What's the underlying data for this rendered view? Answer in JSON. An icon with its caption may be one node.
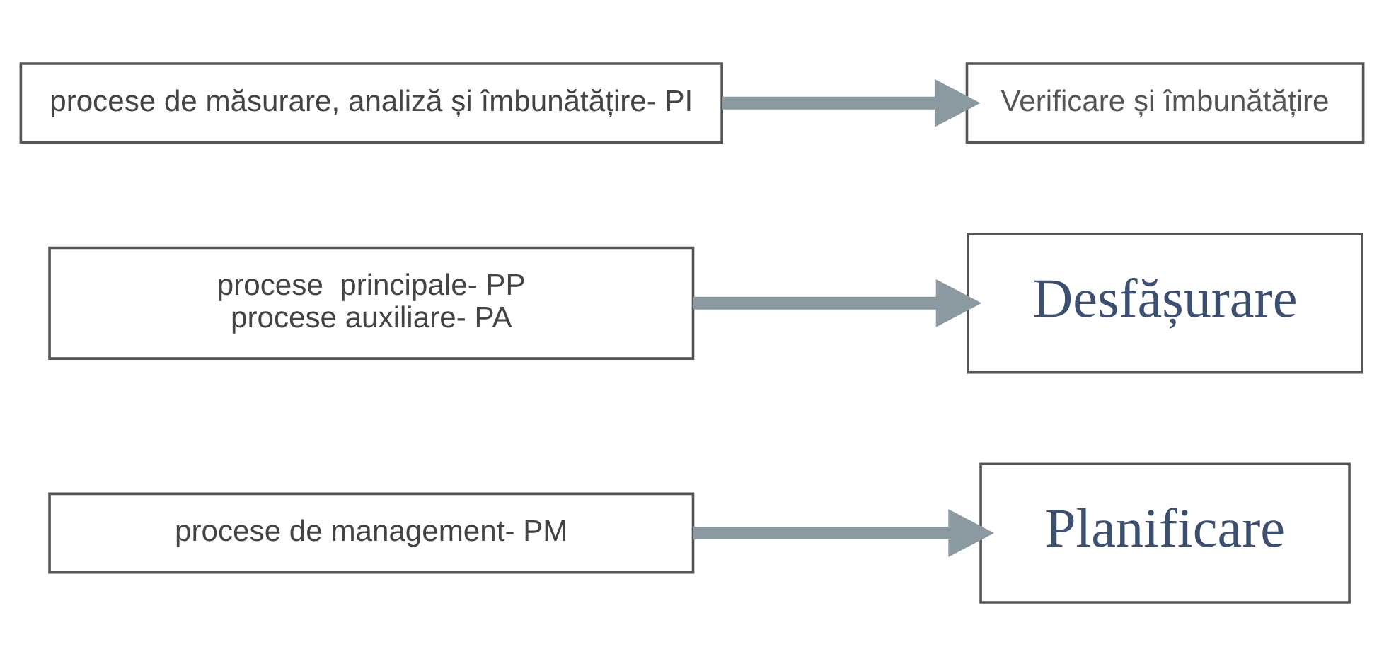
{
  "diagram": {
    "nodes": [
      {
        "text": [
          "procese de management- PM"
        ]
      },
      {
        "text": [
          "Planificare"
        ]
      },
      {
        "text": [
          "procese  principale- PP",
          "procese auxiliare- PA"
        ]
      },
      {
        "text": [
          "Desfășurare"
        ]
      },
      {
        "text": [
          "procese de măsurare, analiză și îmbunătățire- PI"
        ]
      },
      {
        "text": [
          "Verificare și îmbunătățire"
        ]
      }
    ],
    "edges": [
      {
        "from": 0,
        "to": 1,
        "arrow": "to"
      },
      {
        "from": 2,
        "to": 3,
        "arrow": "to"
      },
      {
        "from": 4,
        "to": 5,
        "arrow": "to"
      }
    ]
  }
}
